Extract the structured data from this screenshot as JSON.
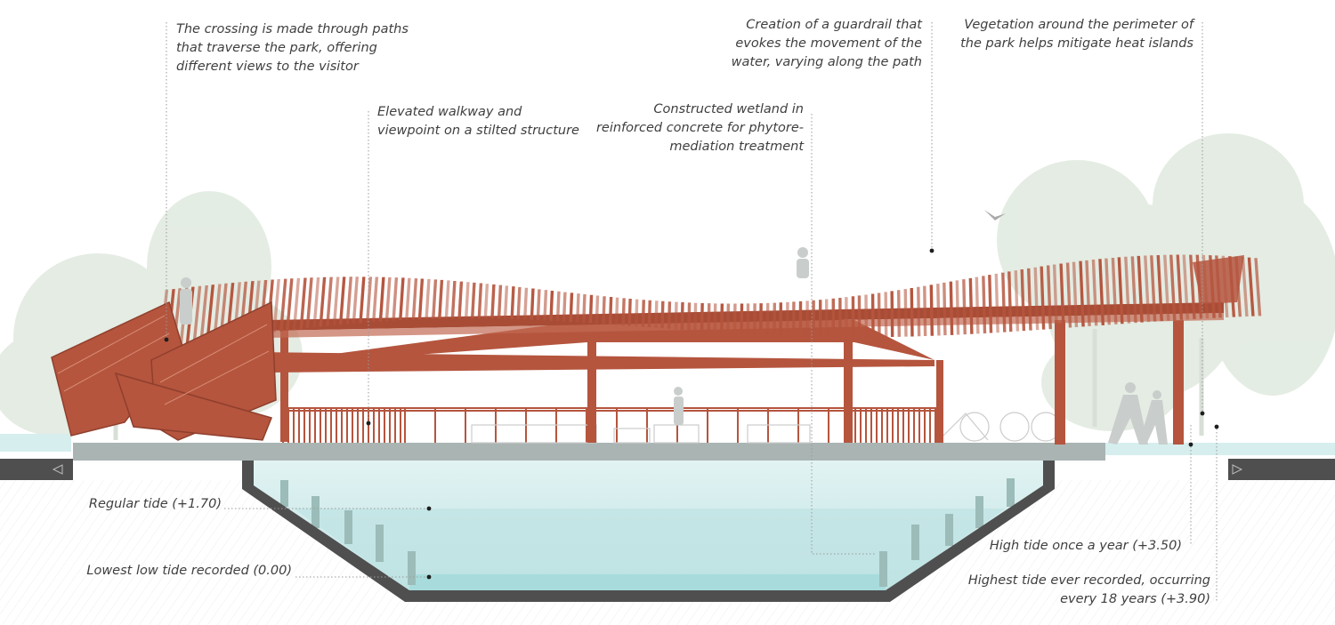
{
  "annotations": {
    "crossing": {
      "lines": [
        "The crossing is made through paths",
        "that traverse the park, offering",
        "different views to the visitor"
      ]
    },
    "walkway": {
      "lines": [
        "Elevated walkway and",
        "viewpoint on a stilted structure"
      ]
    },
    "wetland": {
      "lines": [
        "Constructed wetland in",
        "reinforced concrete for phytore-",
        "mediation treatment"
      ]
    },
    "guardrail": {
      "lines": [
        "Creation of a guardrail that",
        "evokes the movement of the",
        "water, varying along the path"
      ]
    },
    "vegetation": {
      "lines": [
        "Vegetation around the perimeter of",
        "the park helps mitigate heat islands"
      ]
    }
  },
  "tides": {
    "regular": "Regular tide (+1.70)",
    "lowest": "Lowest low tide recorded (0.00)",
    "high_yearly": "High tide once a year (+3.50)",
    "highest": {
      "lines": [
        "Highest tide ever recorded, occurring",
        "every 18 years (+3.90)"
      ]
    }
  },
  "colors": {
    "structure": "#b5553e",
    "structure_dark": "#8f3f2d",
    "water": "#cfe9ea",
    "water_deep": "#a9dadb",
    "concrete": "#555555",
    "slab": "#a7b3b2",
    "foliage": "#dfe9df",
    "leader": "#8a8a8a"
  }
}
